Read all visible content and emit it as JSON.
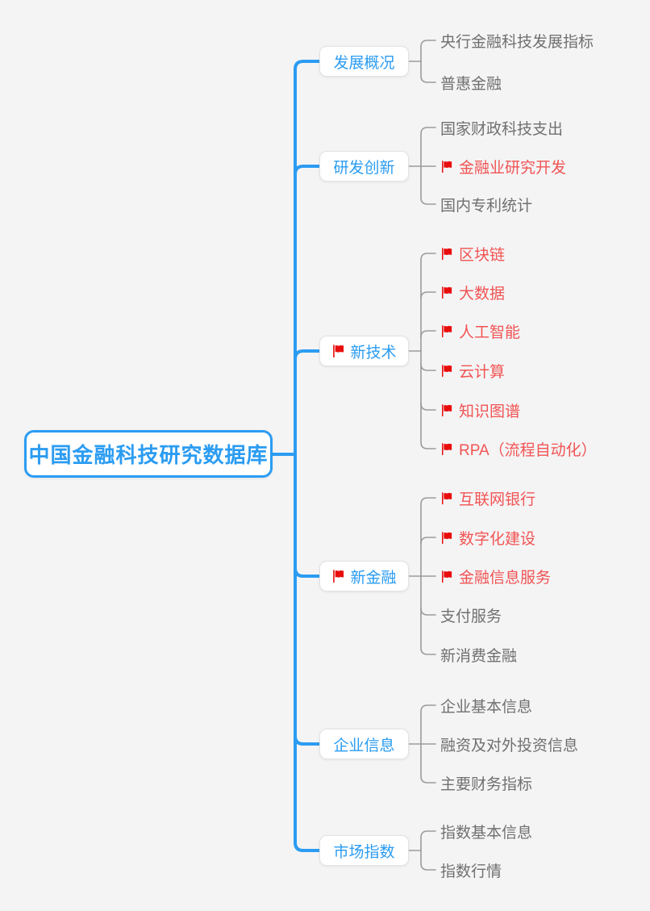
{
  "root": {
    "label": "中国金融科技研究数据库"
  },
  "branches": [
    {
      "label": "发展概况",
      "flag": false,
      "children": [
        {
          "label": "央行金融科技发展指标",
          "flag": false
        },
        {
          "label": "普惠金融",
          "flag": false
        }
      ]
    },
    {
      "label": "研发创新",
      "flag": false,
      "children": [
        {
          "label": "国家财政科技支出",
          "flag": false
        },
        {
          "label": "金融业研究开发",
          "flag": true
        },
        {
          "label": "国内专利统计",
          "flag": false
        }
      ]
    },
    {
      "label": "新技术",
      "flag": true,
      "children": [
        {
          "label": "区块链",
          "flag": true
        },
        {
          "label": "大数据",
          "flag": true
        },
        {
          "label": "人工智能",
          "flag": true
        },
        {
          "label": "云计算",
          "flag": true
        },
        {
          "label": "知识图谱",
          "flag": true
        },
        {
          "label": "RPA（流程自动化）",
          "flag": true
        }
      ]
    },
    {
      "label": "新金融",
      "flag": true,
      "children": [
        {
          "label": "互联网银行",
          "flag": true
        },
        {
          "label": "数字化建设",
          "flag": true
        },
        {
          "label": "金融信息服务",
          "flag": true
        },
        {
          "label": "支付服务",
          "flag": false
        },
        {
          "label": "新消费金融",
          "flag": false
        }
      ]
    },
    {
      "label": "企业信息",
      "flag": false,
      "children": [
        {
          "label": "企业基本信息",
          "flag": false
        },
        {
          "label": "融资及对外投资信息",
          "flag": false
        },
        {
          "label": "主要财务指标",
          "flag": false
        }
      ]
    },
    {
      "label": "市场指数",
      "flag": false,
      "children": [
        {
          "label": "指数基本信息",
          "flag": false
        },
        {
          "label": "指数行情",
          "flag": false
        }
      ]
    }
  ],
  "colors": {
    "accent_blue": "#2b9cf2",
    "flag_red": "#e80d0d",
    "flagged_text_red": "#f25454",
    "child_text_gray": "#707070",
    "connector_gray": "#9b9b9b",
    "background": "#f4f4f5"
  }
}
